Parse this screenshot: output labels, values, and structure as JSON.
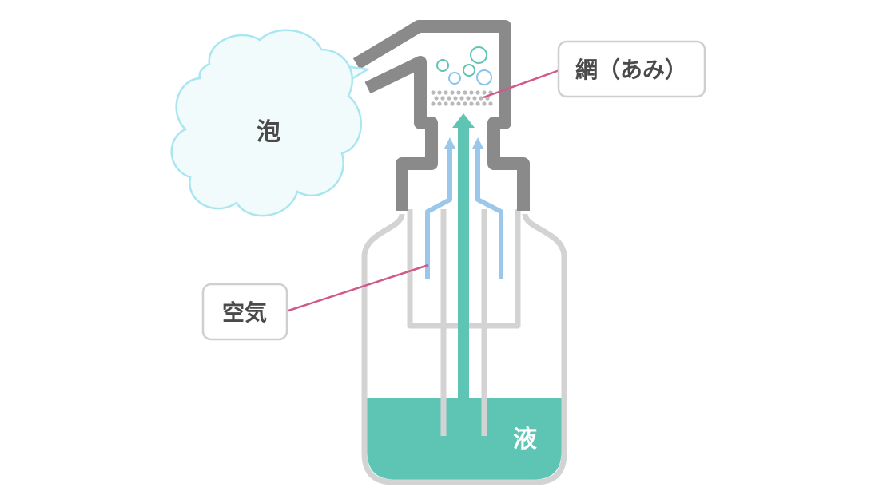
{
  "labels": {
    "foam": "泡",
    "mesh": "網（あみ）",
    "air": "空気",
    "liquid": "液"
  },
  "colors": {
    "bottle_outline": "#d3d3d3",
    "pump_head": "#8a8a8a",
    "liquid": "#5ec4b4",
    "air_arrow": "#9ac7ea",
    "liquid_arrow": "#5ec4b4",
    "foam_fill": "#f1fbfc",
    "foam_stroke": "#a9e6ef",
    "bubble": "#5ec4b4",
    "bubble_alt": "#8cc3ec",
    "callout_line": "#d1588a",
    "callout_box_stroke": "#cfcfcf",
    "mesh_dots": "#b9b9b9",
    "text": "#4a4a4a"
  }
}
